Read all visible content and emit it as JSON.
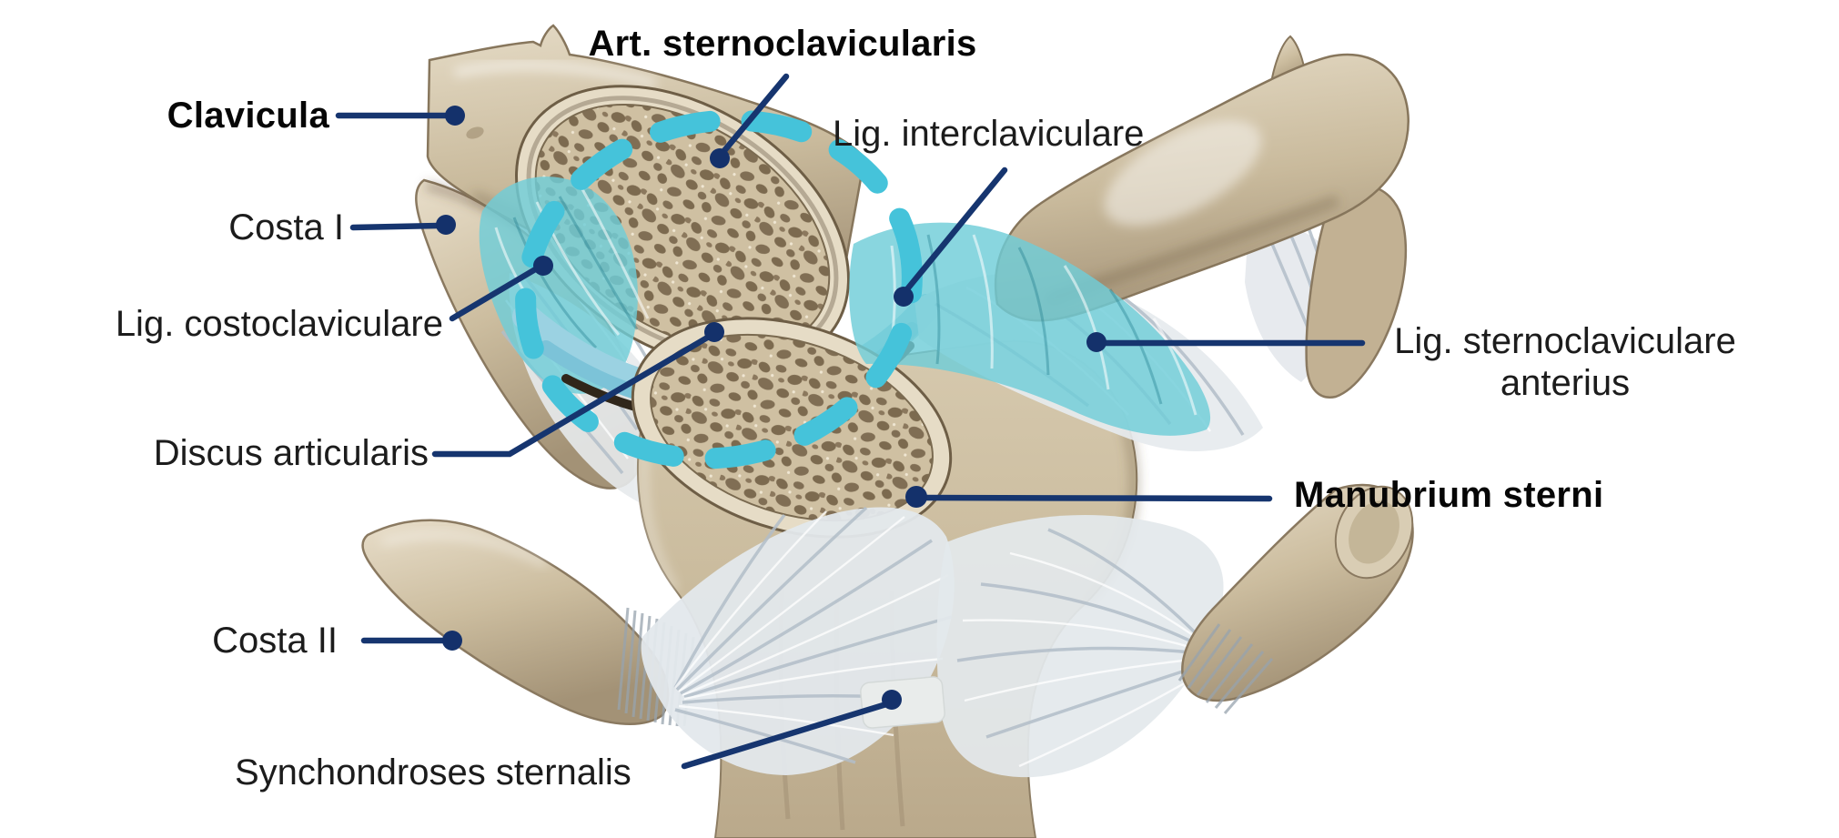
{
  "figure": {
    "type": "anatomical-diagram",
    "subject": "Sternoclavicular joint, anterior view",
    "labels": {
      "art_sternoclavicularis": {
        "text": "Art. sternoclavicularis",
        "emphasis": "bold"
      },
      "clavicula": {
        "text": "Clavicula",
        "emphasis": "bold"
      },
      "costa_i": {
        "text": "Costa I",
        "emphasis": "regular"
      },
      "lig_costoclaviculare": {
        "text": "Lig. costoclaviculare",
        "emphasis": "regular"
      },
      "discus_articularis": {
        "text": "Discus articularis",
        "emphasis": "regular"
      },
      "costa_ii": {
        "text": "Costa II",
        "emphasis": "regular"
      },
      "synchondroses_sternalis": {
        "text": "Synchondroses sternalis",
        "emphasis": "regular"
      },
      "lig_interclaviculare": {
        "text": "Lig. interclaviculare",
        "emphasis": "regular"
      },
      "lig_sternoclaviculare_anterius": {
        "line1": "Lig. sternoclaviculare",
        "line2": "anterius",
        "emphasis": "regular"
      },
      "manubrium_sterni": {
        "text": "Manubrium sterni",
        "emphasis": "bold"
      }
    },
    "colors": {
      "label_text": "#1c1c1c",
      "leader_line": "#16356f",
      "dashed_circle": "#45c3da",
      "ligament_highlight": "#6fcdd8",
      "bone_base": "#cbbc9f",
      "spongy_bone_holes": "#6d5a41",
      "cartilage_blue": "#9bd2e2",
      "background": "#ffffff"
    }
  }
}
